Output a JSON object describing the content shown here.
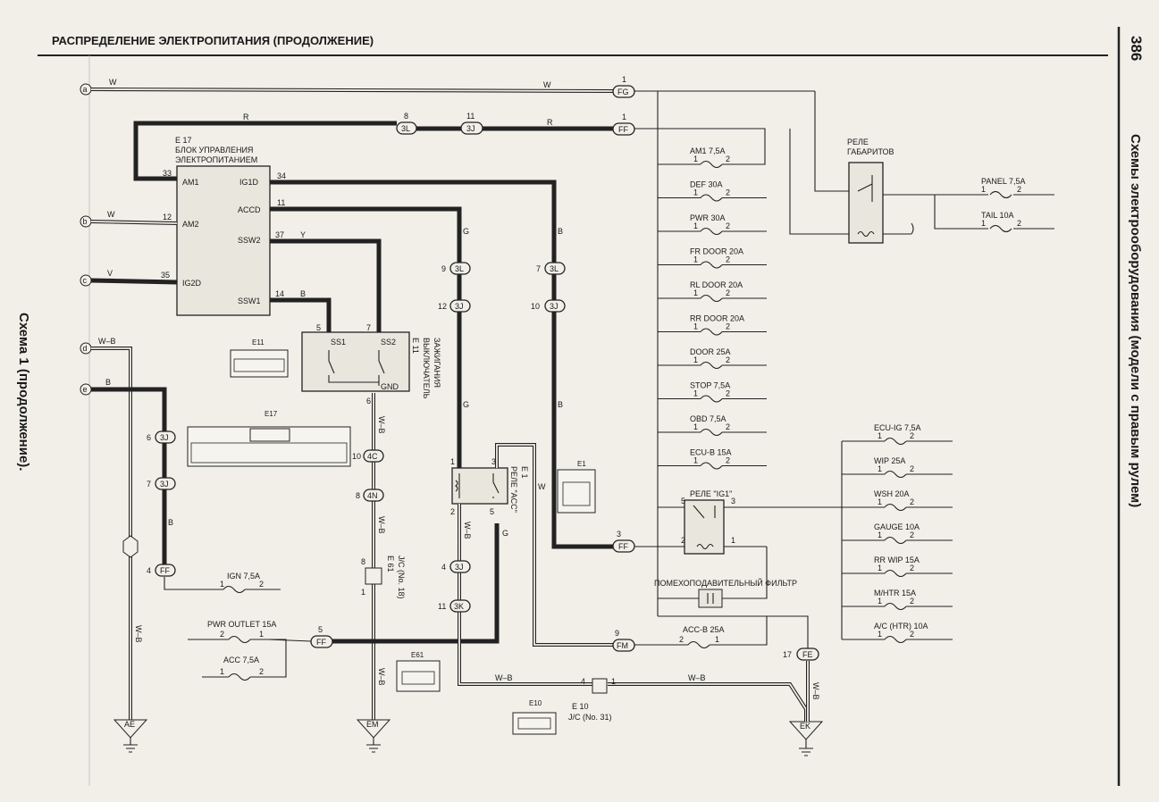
{
  "page": {
    "title": "РАСПРЕДЕЛЕНИЕ ЭЛЕКТРОПИТАНИЯ (ПРОДОЛЖЕНИЕ)",
    "page_number": "386",
    "side_title": "Схемы электрооборудования (модели с правым рулем)",
    "left_caption": "Схема 1 (продолжение)."
  },
  "inputs": [
    "a",
    "b",
    "c",
    "d",
    "e"
  ],
  "wire_colors": {
    "w": "W",
    "r": "R",
    "v": "V",
    "b": "B",
    "g": "G",
    "y": "Y",
    "wb": "W–B"
  },
  "ecu": {
    "id": "E 17",
    "name1": "БЛОК УПРАВЛЕНИЯ",
    "name2": "ЭЛЕКТРОПИТАНИЕМ",
    "pins": {
      "am1": "AM1",
      "am2": "AM2",
      "ig2d": "IG2D",
      "ig1d": "IG1D",
      "accd": "ACCD",
      "ssw2": "SSW2",
      "ssw1": "SSW1"
    },
    "pin_nums": {
      "am1": "33",
      "am2": "12",
      "ig2d": "35",
      "ig1d": "34",
      "accd": "11",
      "ssw2": "37",
      "ssw1": "14"
    }
  },
  "ignition_switch": {
    "id": "E 11",
    "name1": "ВЫКЛЮЧАТЕЛЬ",
    "name2": "ЗАЖИГАНИЯ",
    "ss1": "SS1",
    "ss2": "SS2",
    "gnd": "GND",
    "pin_ss1": "5",
    "pin_ss2": "7",
    "pin_gnd": "6"
  },
  "connectors": {
    "fg": "FG",
    "ff": "FF",
    "fe": "FE",
    "fm": "FM",
    "c3l": "3L",
    "c3j": "3J",
    "c4c": "4C",
    "c4n": "4N",
    "c3k": "3K",
    "fg_pin": "1",
    "ff_pin": "1",
    "ff_ig_pin": "3",
    "fe_pin": "17",
    "fm_pin": "9",
    "ff_acc_pin": "5",
    "ff_ign_pin": "4",
    "n8": "8",
    "n11": "11",
    "n9": "9",
    "n12": "12",
    "n7": "7",
    "n10": "10",
    "n6": "6",
    "n4": "4"
  },
  "acc_relay": {
    "name1": "E 1",
    "name2": "РЕЛЕ \"ACC\"",
    "p1": "1",
    "p2": "2",
    "p3": "3",
    "p5": "5"
  },
  "ig1_relay": {
    "name": "РЕЛЕ \"IG1\"",
    "p5": "5",
    "p3": "3",
    "p2": "2",
    "p1": "1"
  },
  "tail_relay": {
    "name1": "РЕЛЕ",
    "name2": "ГАБАРИТОВ"
  },
  "noise_filter": {
    "name": "ПОМЕХОПОДАВИТЕЛЬНЫЙ ФИЛЬТР"
  },
  "fuses_right": [
    "AM1 7,5A",
    "DEF 30A",
    "PWR 30A",
    "FR DOOR 20A",
    "RL DOOR 20A",
    "RR DOOR 20A",
    "DOOR 25A",
    "STOP 7,5A",
    "OBD 7,5A",
    "ECU-B 15A"
  ],
  "fuses_far": [
    "ECU-IG 7,5A",
    "WIP 25A",
    "WSH 20A",
    "GAUGE 10A",
    "RR WIP 15A",
    "M/HTR 15A",
    "A/C (HTR) 10A"
  ],
  "fuses_tail": [
    "PANEL 7,5A",
    "TAIL 10A"
  ],
  "fuses_left": {
    "ign": "IGN 7,5A",
    "pwr_outlet": "PWR OUTLET 15A",
    "acc": "ACC 7,5A",
    "accb": "ACC-B 25A"
  },
  "fuse_pins": {
    "p1": "1",
    "p2": "2"
  },
  "jc": {
    "e61_id": "E 61",
    "e61_name": "J/C (No. 18)",
    "e61_p8": "8",
    "e61_p1": "1",
    "e10_id": "E 10",
    "e10_name": "J/C (No. 31)",
    "e10_p4": "4",
    "e10_p1": "1"
  },
  "grounds": {
    "ae": "AE",
    "em": "EM",
    "ek": "EK"
  },
  "connector_views": {
    "e11": "E11",
    "e17": "E17",
    "e1": "E1",
    "e61": "E61",
    "e10": "E10"
  }
}
